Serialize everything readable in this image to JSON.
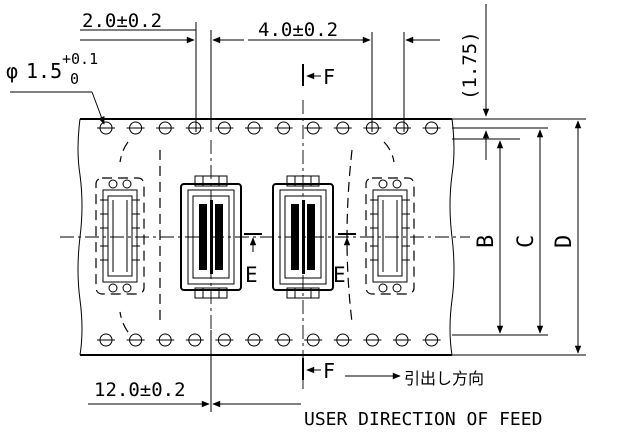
{
  "dims": {
    "pitch_small": "2.0±0.2",
    "pitch_large": "4.0±0.2",
    "hole_dia_symbol": "φ",
    "hole_dia_value": "1.5",
    "hole_dia_tol_upper": "+0.1",
    "hole_dia_tol_lower": "0",
    "edge_offset": "(1.75)",
    "component_pitch": "12.0±0.2",
    "width_b": "B",
    "width_c": "C",
    "width_d": "D"
  },
  "section_labels": {
    "f_top": "F",
    "f_bottom": "F",
    "e_left": "E",
    "e_right": "E"
  },
  "feed": {
    "japanese": "引出し方向",
    "english": "USER DIRECTION OF FEED"
  }
}
